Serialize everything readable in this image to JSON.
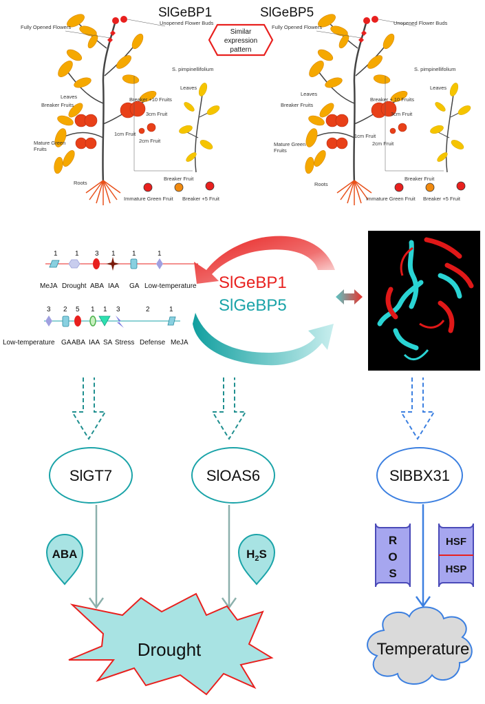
{
  "plant_left": {
    "title": "SlGeBP1",
    "labels": {
      "fully_opened": "Fully Opened Flowers",
      "unopened": "Unopened Flower Buds",
      "s_pimp": "S. pimpinellifolium",
      "leaves1": "Leaves",
      "leaves2": "Leaves",
      "breaker_fruits": "Breaker Fruits",
      "breaker10": "Breaker +10 Fruits",
      "cm3": "3cm Fruit",
      "cm1": "1cm Fruit",
      "cm2": "2cm Fruit",
      "mature_green": "Mature Green",
      "fruits": "Fruits",
      "roots": "Roots",
      "breaker_fruit": "Breaker Fruit",
      "immature": "Immature Green Fruit",
      "breaker5": "Breaker +5 Fruit"
    }
  },
  "plant_right": {
    "title": "SlGeBP5",
    "labels": {
      "fully_opened": "Fully Opened Flowers",
      "unopened": "Unopened Flower Buds",
      "s_pimp": "S. pimpinellifolium",
      "leaves1": "Leaves",
      "leaves2": "Leaves",
      "breaker_fruits": "Breaker Fruits",
      "breaker10": "Breaker + 10 Fruits",
      "cm3": "3cm Fruit",
      "cm1": "1cm Fruit",
      "cm2": "2cm Fruit",
      "mature_green": "Mature Green",
      "fruits": "Fruits",
      "roots": "Roots",
      "breaker_fruit": "Breaker Fruit",
      "immature": "Immature Green Fruit",
      "breaker5": "Breaker +5 Fruit"
    }
  },
  "similar_badge": {
    "line1": "Similar",
    "line2": "expression",
    "line3": "pattern"
  },
  "cis_elements": {
    "row1": {
      "counts": [
        "1",
        "1",
        "3",
        "1",
        "1",
        "1"
      ],
      "labels": [
        "MeJA",
        "Drought",
        "ABA",
        "IAA",
        "GA",
        "Low-temperature"
      ]
    },
    "row2": {
      "counts": [
        "3",
        "2",
        "5",
        "1",
        "1",
        "3",
        "2",
        "1"
      ],
      "labels": [
        "Low-temperature",
        "GA",
        "ABA",
        "IAA",
        "SA",
        "Stress",
        "Defense",
        "MeJA"
      ]
    }
  },
  "genes": {
    "gene1": "SlGeBP1",
    "gene2": "SlGeBP5"
  },
  "targets": {
    "gt7": "SlGT7",
    "oas6": "SlOAS6",
    "bbx31": "SlBBX31"
  },
  "signals": {
    "aba": "ABA",
    "h2s_main": "H",
    "h2s_sub": "2",
    "h2s_end": "S"
  },
  "bbx_factors": {
    "ros": [
      "R",
      "O",
      "S"
    ],
    "hsf": "HSF",
    "hsp": "HSP"
  },
  "outcomes": {
    "drought": "Drought",
    "temperature": "Temperature"
  },
  "colors": {
    "red": "#e8201e",
    "teal": "#1aa3a8",
    "teal_dark": "#1f8f8f",
    "blue": "#3b7fe0",
    "pale_cyan": "#a8e3e3",
    "purple_box": "#a6a6ef",
    "cloud": "#dadada"
  }
}
